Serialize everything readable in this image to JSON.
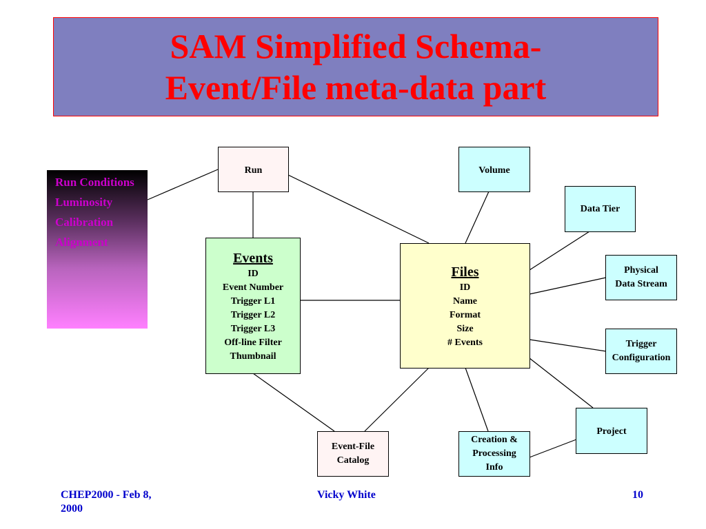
{
  "title": {
    "line1": "SAM Simplified Schema-",
    "line2": "Event/File meta-data part"
  },
  "side_panel": {
    "items": [
      "Run Conditions",
      "Luminosity",
      "Calibration",
      "Alignment"
    ]
  },
  "nodes": {
    "run": {
      "label": "Run"
    },
    "volume": {
      "label": "Volume"
    },
    "data_tier": {
      "label": "Data Tier"
    },
    "physical_data_stream": {
      "line1": "Physical",
      "line2": "Data Stream"
    },
    "trigger_configuration": {
      "line1": "Trigger",
      "line2": "Configuration"
    },
    "project": {
      "label": "Project"
    },
    "creation_processing": {
      "line1": "Creation &",
      "line2": "Processing",
      "line3": "Info"
    },
    "event_file_catalog": {
      "line1": "Event-File",
      "line2": "Catalog"
    },
    "events": {
      "heading": "Events",
      "fields": [
        "ID",
        "Event Number",
        "Trigger L1",
        "Trigger L2",
        "Trigger L3",
        "Off-line Filter",
        "Thumbnail"
      ]
    },
    "files": {
      "heading": "Files",
      "fields": [
        "ID",
        "Name",
        "Format",
        "Size",
        "# Events"
      ]
    }
  },
  "footer": {
    "left_line1": "CHEP2000 - Feb 8,",
    "left_line2": "2000",
    "center": "Vicky White",
    "page": "10"
  }
}
